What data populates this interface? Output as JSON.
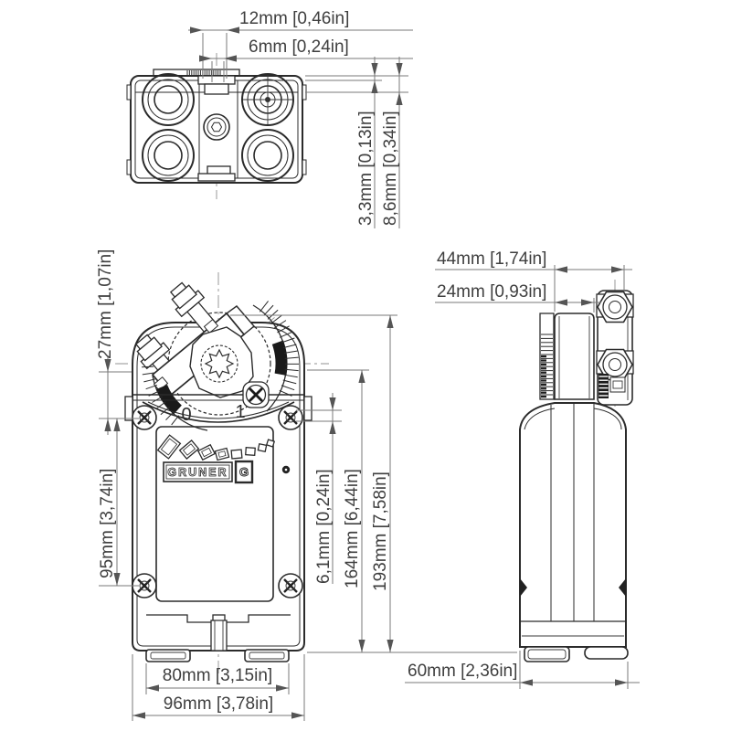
{
  "colors": {
    "line": "#2b2b2b",
    "dimension_line": "#7a7a7a",
    "text": "#3f3f3f",
    "background": "#ffffff"
  },
  "brand": {
    "name": "GRUNER",
    "symbol": "G"
  },
  "front_view": {
    "scale_min": "0",
    "scale_max": "1"
  },
  "dimensions": {
    "top_view": {
      "clamp_tab_width": "12mm [0,46in]",
      "clamp_slot_width": "6mm [0,24in]",
      "top_edge_offset_small": "3,3mm [0,13in]",
      "top_edge_offset_large": "8,6mm [0,34in]"
    },
    "front_view": {
      "clamp_to_housing": "27mm [1,07in]",
      "mounting_screw_spacing": "95mm [3,74in]",
      "screw_edge_inset": "6,1mm [0,24in]",
      "housing_height": "164mm [6,44in]",
      "overall_height": "193mm [7,58in]",
      "foot_spacing": "80mm [3,15in]",
      "housing_width": "96mm [3,78in]"
    },
    "side_view": {
      "clamp_overhang": "44mm [1,74in]",
      "shaft_center_depth": "24mm [0,93in]",
      "housing_depth": "60mm [2,36in]"
    }
  }
}
